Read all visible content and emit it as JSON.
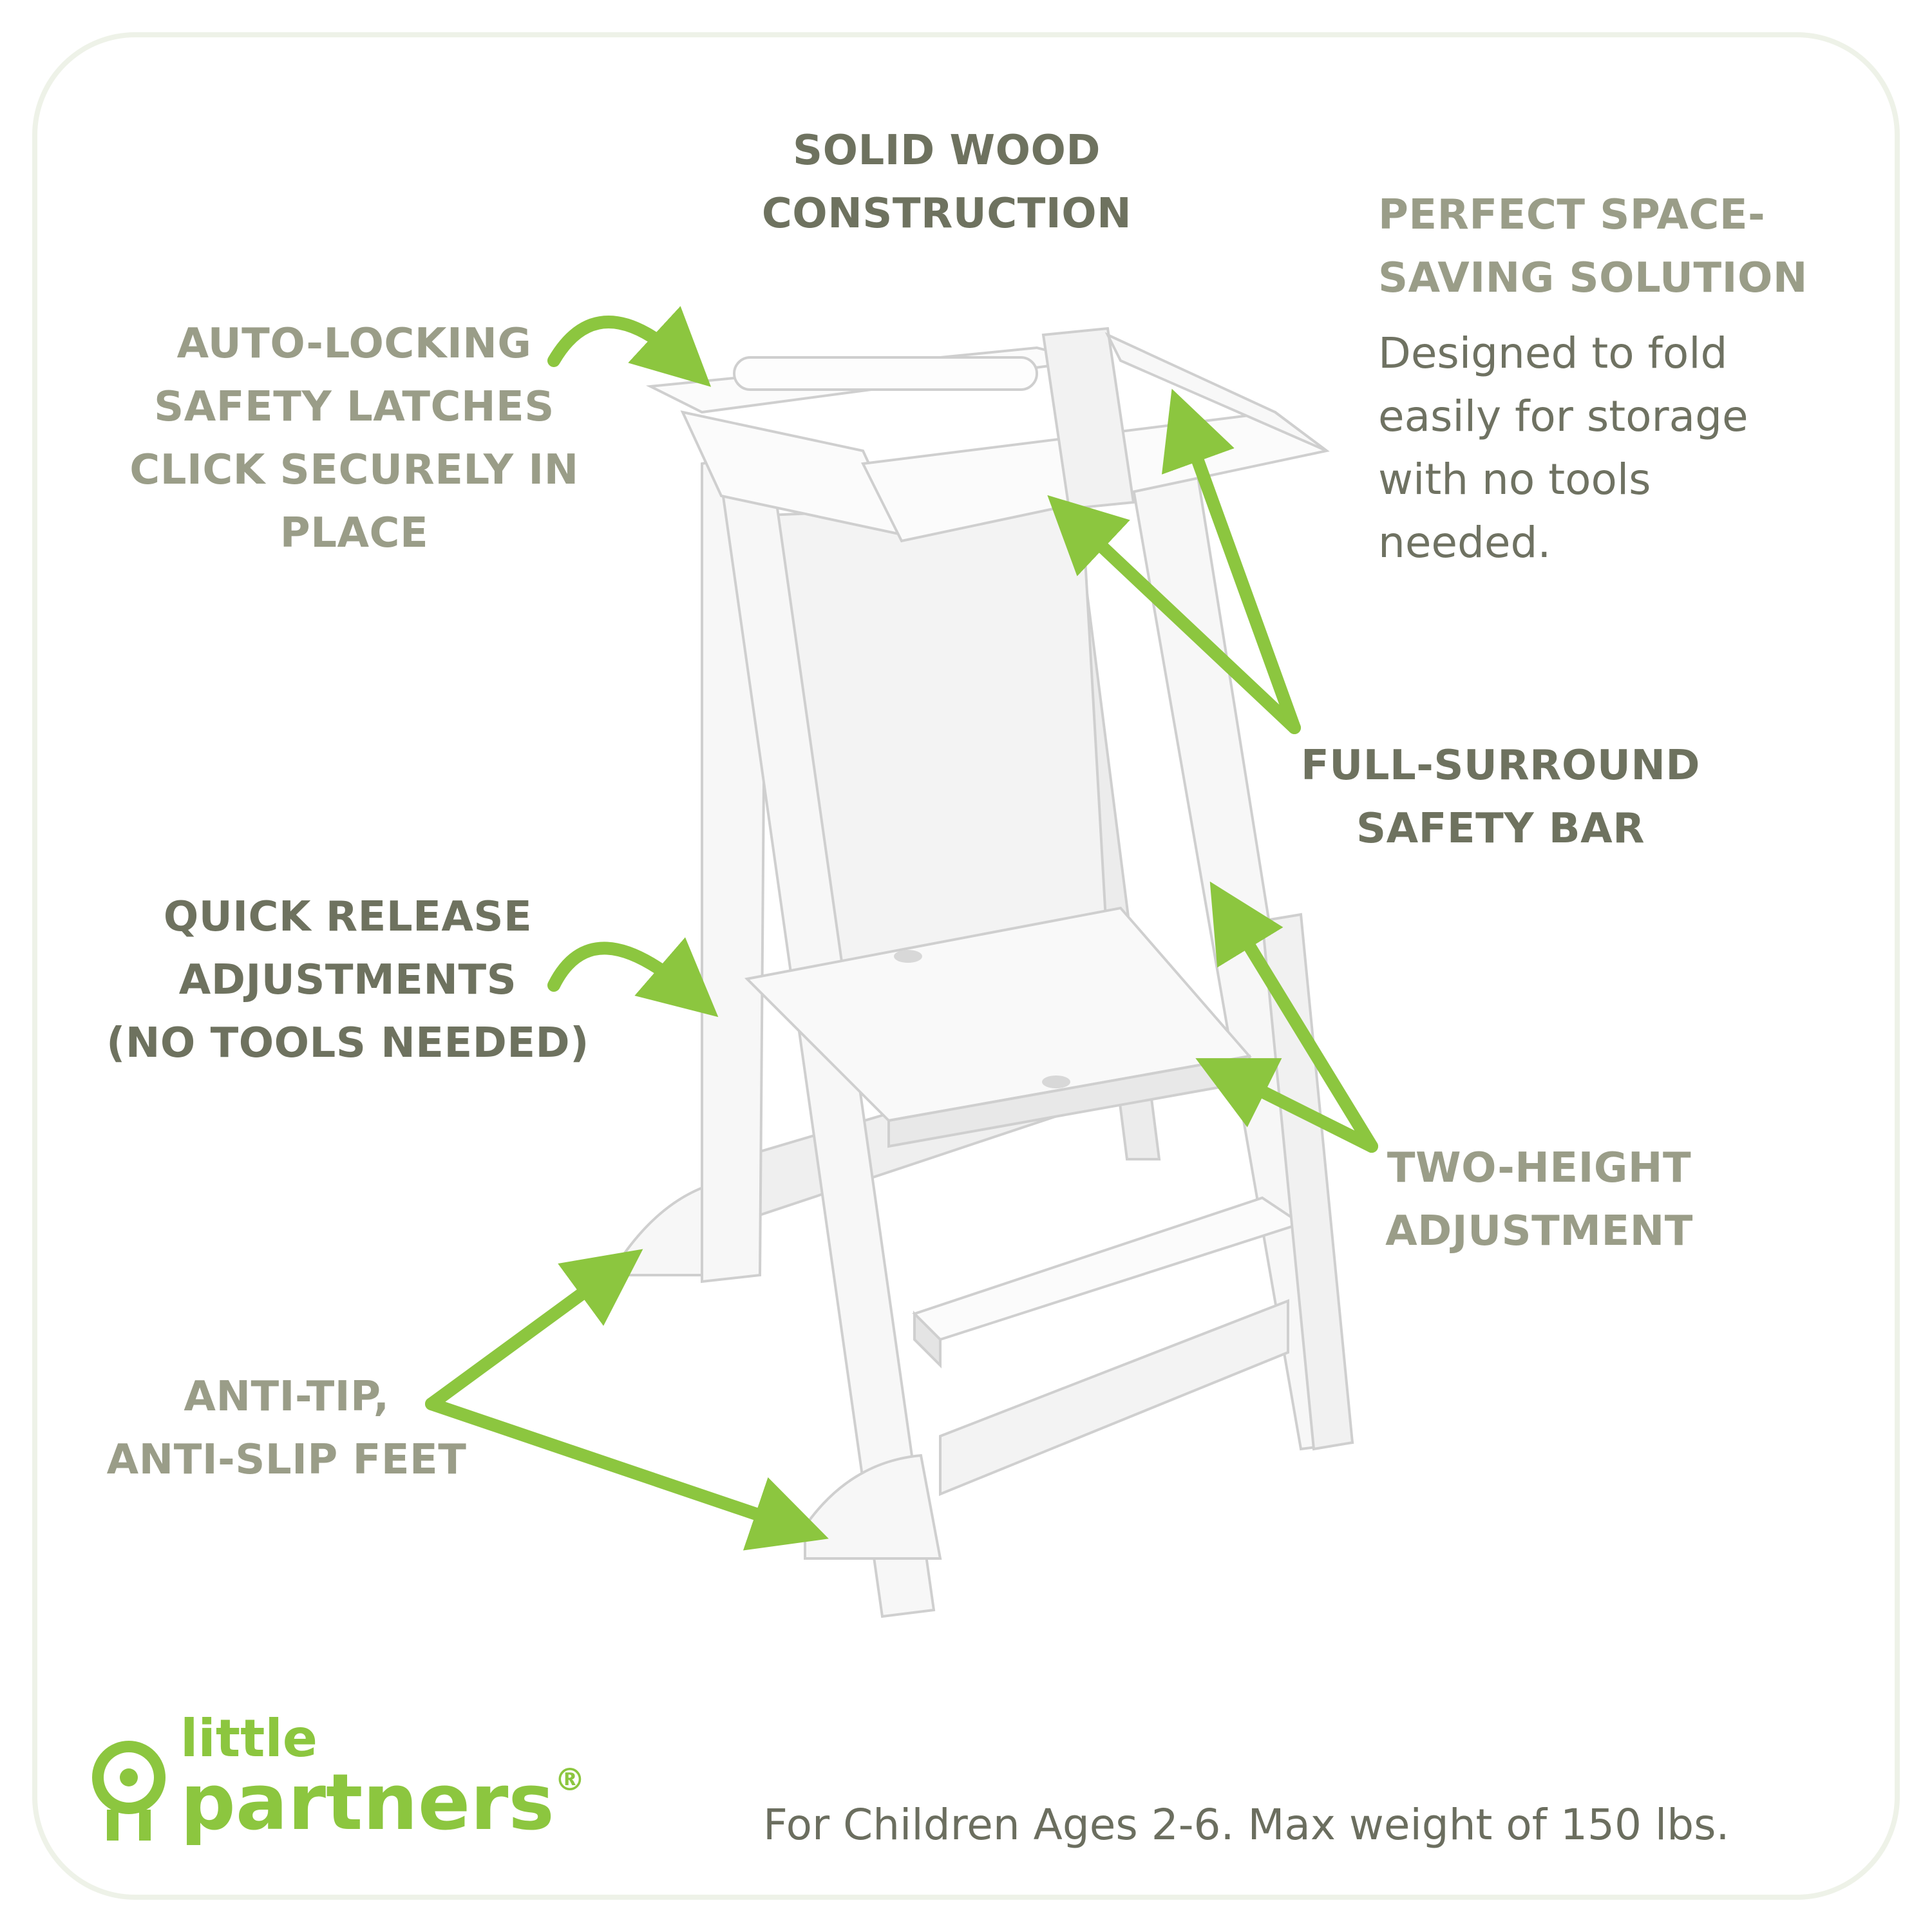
{
  "labels": {
    "solid_wood": [
      "SOLID WOOD",
      "CONSTRUCTION"
    ],
    "space_saving_title": [
      "PERFECT SPACE-",
      "SAVING SOLUTION"
    ],
    "space_saving_body": [
      "Designed to fold",
      "easily for storage",
      "with no tools",
      "needed."
    ],
    "latches": [
      "AUTO-LOCKING",
      "SAFETY LATCHES",
      "CLICK SECURELY IN",
      "PLACE"
    ],
    "safety_bar": [
      "FULL-SURROUND",
      "SAFETY BAR"
    ],
    "quick_release": [
      "QUICK RELEASE",
      "ADJUSTMENTS",
      "(NO TOOLS NEEDED)"
    ],
    "two_height": [
      "TWO-HEIGHT",
      "ADJUSTMENT"
    ],
    "feet": [
      "ANTI-TIP,",
      "ANTI-SLIP FEET"
    ]
  },
  "brand": {
    "line1": "little",
    "line2": "partners",
    "mark": "®"
  },
  "footer": "For Children Ages 2-6. Max weight of 150 lbs.",
  "colors": {
    "accent_green": "#8cc63f",
    "label_dark": "#6e725f",
    "label_mid": "#9a9d88",
    "tower_white": "#f6f6f6",
    "tower_shadow": "#dcdcdc"
  },
  "icons": [
    "little-partners-logo-icon",
    "curved-arrow-icon",
    "straight-arrow-icon"
  ]
}
